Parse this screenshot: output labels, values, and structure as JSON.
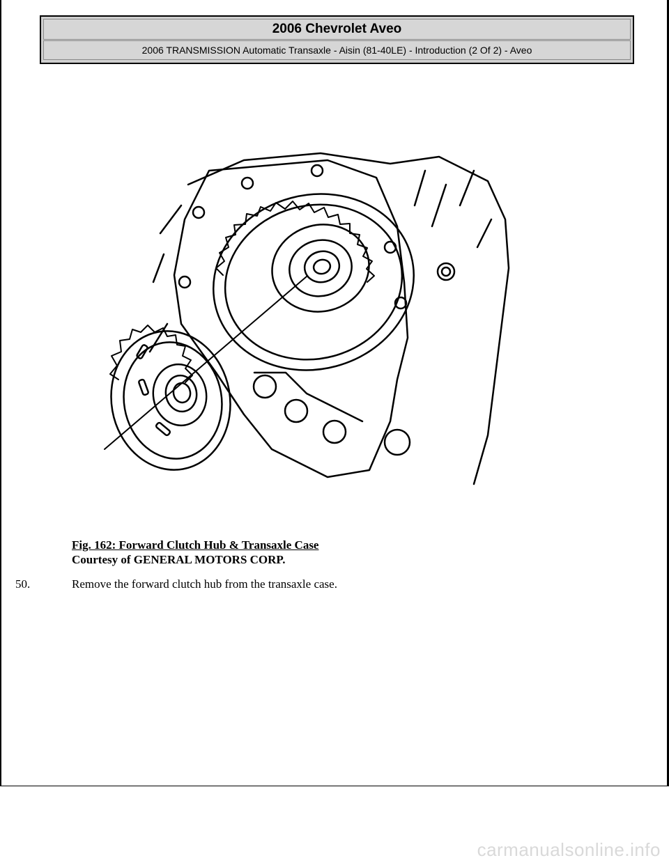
{
  "header": {
    "title": "2006 Chevrolet Aveo",
    "subtitle": "2006 TRANSMISSION Automatic Transaxle - Aisin (81-40LE) - Introduction (2 Of 2) - Aveo"
  },
  "figure": {
    "caption_title": "Fig. 162: Forward Clutch Hub & Transaxle Case",
    "caption_credit": "Courtesy of GENERAL MOTORS CORP."
  },
  "step": {
    "number": "50.",
    "text": "Remove the forward clutch hub from the transaxle case."
  },
  "footer": {
    "watermark": "carmanualsonline.info"
  }
}
